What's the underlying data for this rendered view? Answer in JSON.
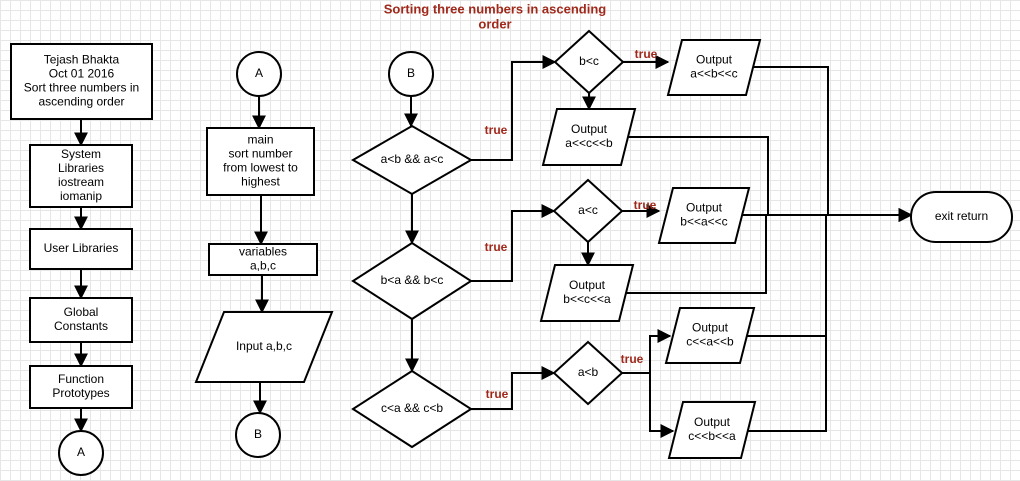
{
  "title": [
    "Sorting three numbers in ascending",
    "order"
  ],
  "true_label": "true",
  "nodes": {
    "header": [
      "Tejash Bhakta",
      "Oct 01 2016",
      "Sort three numbers in",
      "ascending order"
    ],
    "sys_libs": [
      "System",
      "Libraries",
      "iostream",
      "iomanip"
    ],
    "user_libs": [
      "User Libraries"
    ],
    "global_const": [
      "Global",
      "Constants"
    ],
    "func_proto": [
      "Function",
      "Prototypes"
    ],
    "conn_a_end": [
      "A"
    ],
    "conn_a_start": [
      "A"
    ],
    "main": [
      "main",
      "sort number",
      "from lowest to",
      "highest"
    ],
    "vars": [
      "variables",
      "a,b,c"
    ],
    "input": [
      "Input a,b,c"
    ],
    "conn_b_end": [
      "B"
    ],
    "conn_b_start": [
      "B"
    ],
    "cond1": [
      "a<b && a<c"
    ],
    "cond2": [
      "b<a && b<c"
    ],
    "cond3": [
      "c<a && c<b"
    ],
    "sub1": [
      "b<c"
    ],
    "sub2": [
      "a<c"
    ],
    "sub3": [
      "a<b"
    ],
    "out_abc": [
      "Output",
      "a<<b<<c"
    ],
    "out_acb": [
      "Output",
      "a<<c<<b"
    ],
    "out_bac": [
      "Output",
      "b<<a<<c"
    ],
    "out_bca": [
      "Output",
      "b<<c<<a"
    ],
    "out_cab": [
      "Output",
      "c<<a<<b"
    ],
    "out_cba": [
      "Output",
      "c<<b<<a"
    ],
    "exit": [
      "exit return"
    ]
  }
}
